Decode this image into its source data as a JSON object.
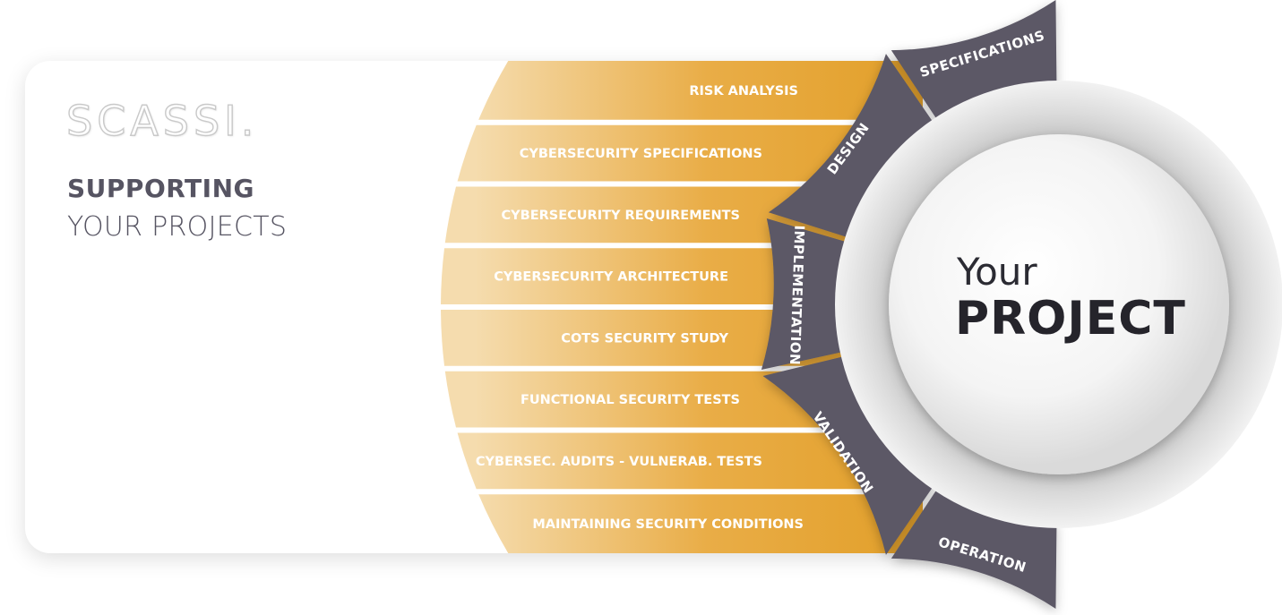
{
  "brand": {
    "logo": "SCASSI.",
    "tagline_strong": "SUPPORTING",
    "tagline_light": "YOUR PROJECTS"
  },
  "services": [
    "RISK ANALYSIS",
    "CYBERSECURITY SPECIFICATIONS",
    "CYBERSECURITY REQUIREMENTS",
    "CYBERSECURITY ARCHITECTURE",
    "COTS SECURITY STUDY",
    "FUNCTIONAL SECURITY TESTS",
    "CYBERSEC. AUDITS - VULNERAB. TESTS",
    "MAINTAINING SECURITY CONDITIONS"
  ],
  "phases": [
    "SPECIFICATIONS",
    "DESIGN",
    "IMPLEMENTATION",
    "VALIDATION",
    "OPERATION"
  ],
  "center": {
    "line1": "Your",
    "line2": "PROJECT"
  },
  "colors": {
    "band_light": "#f4d9a4",
    "band_dark": "#e6a533",
    "ring_dark": "#5c5866",
    "text_dark": "#565462"
  }
}
